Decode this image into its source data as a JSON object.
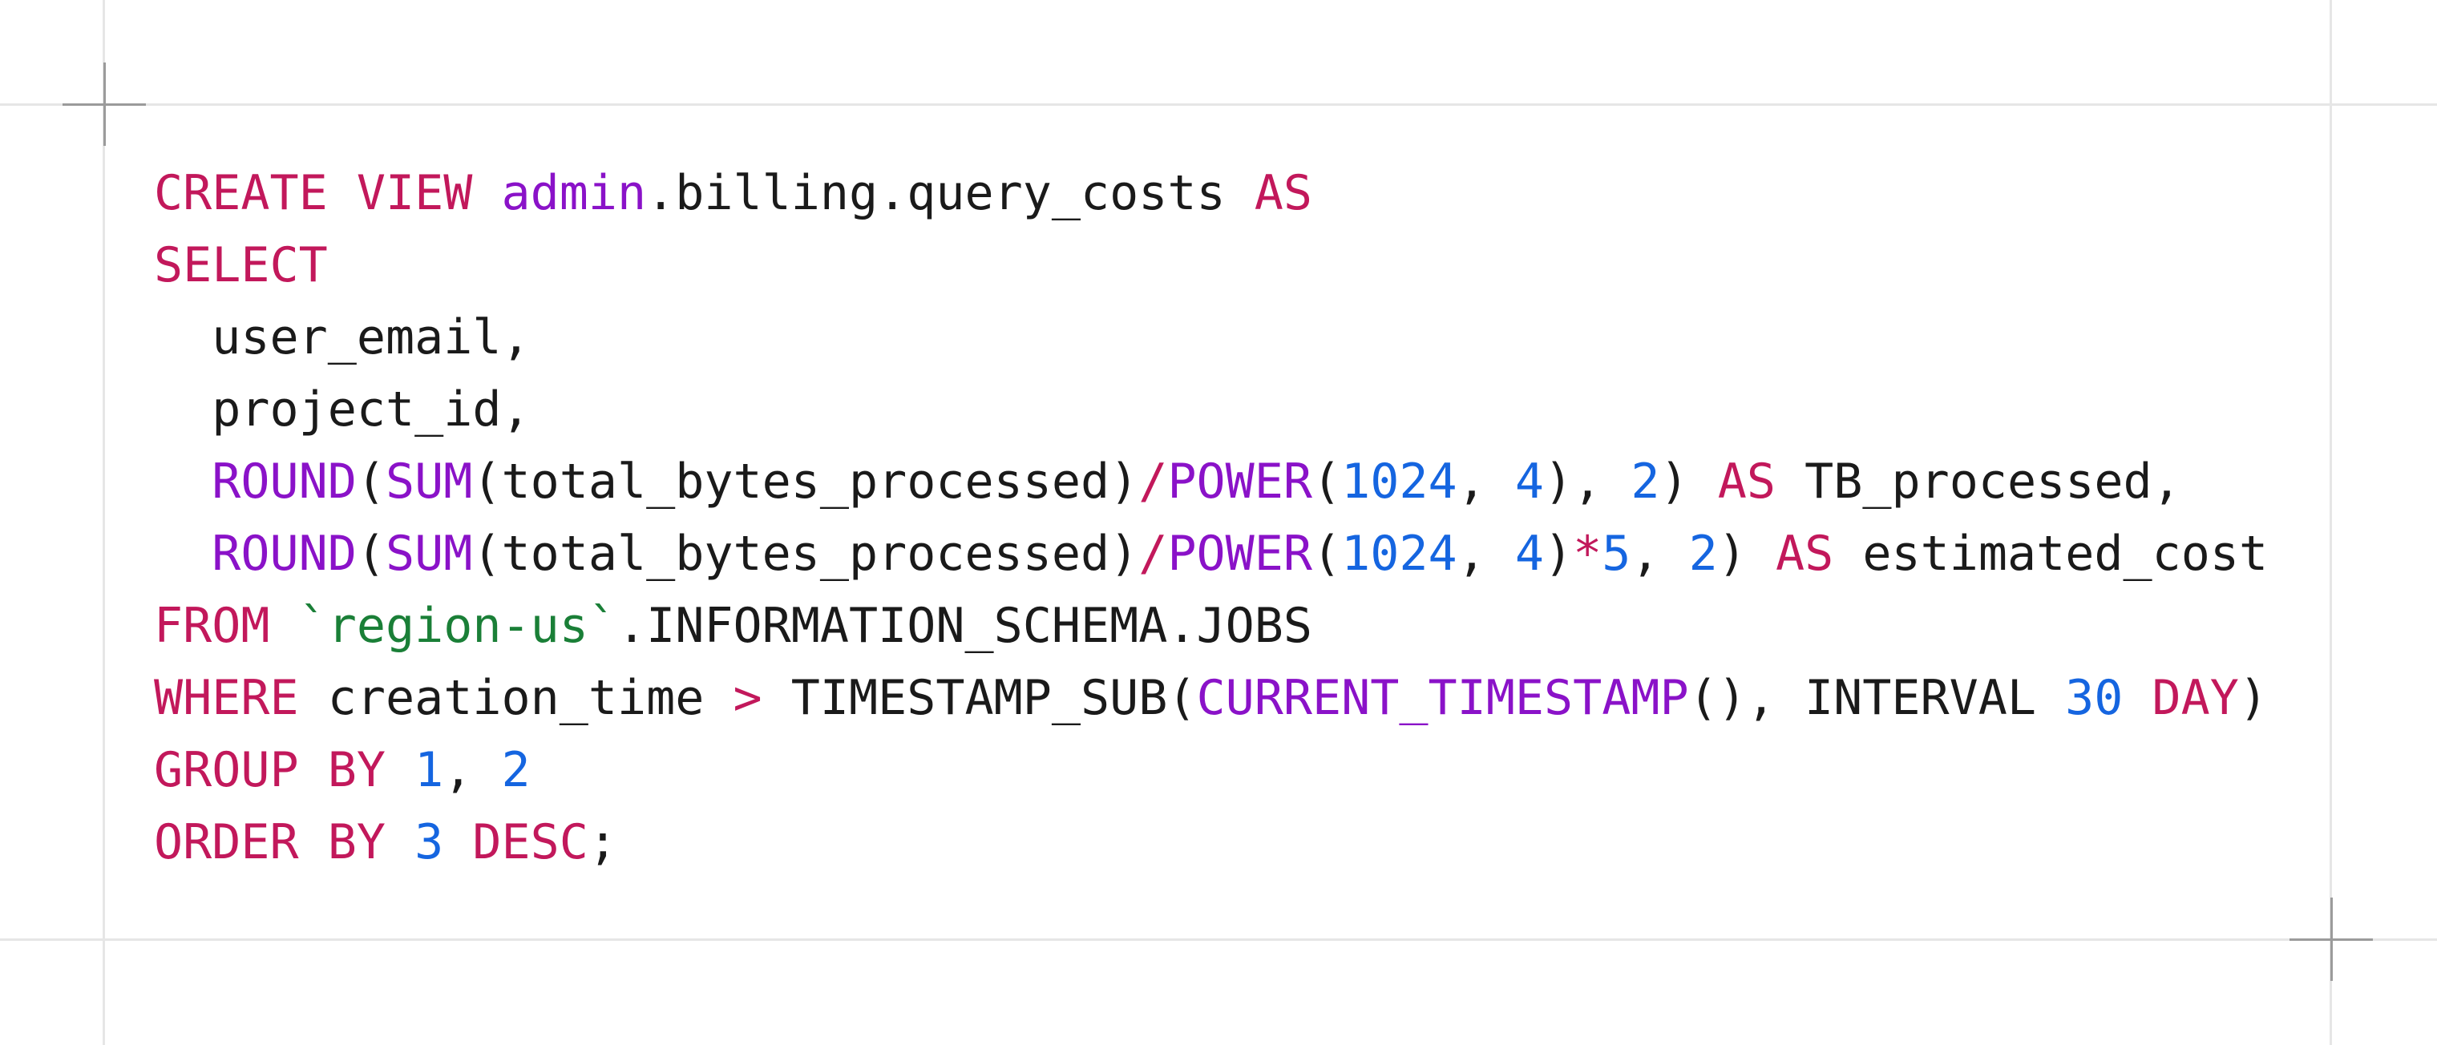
{
  "code": {
    "language": "SQL",
    "colors": {
      "keyword": "#c2185b",
      "function": "#8a12c8",
      "number": "#1565e0",
      "string": "#1a7f37",
      "identifier": "#1a1a1a"
    },
    "lines": [
      [
        {
          "t": "kw",
          "v": "CREATE"
        },
        {
          "t": "id",
          "v": " "
        },
        {
          "t": "kw",
          "v": "VIEW"
        },
        {
          "t": "id",
          "v": " "
        },
        {
          "t": "fn",
          "v": "admin"
        },
        {
          "t": "id",
          "v": ".billing.query_costs "
        },
        {
          "t": "kw",
          "v": "AS"
        }
      ],
      [
        {
          "t": "kw",
          "v": "SELECT"
        }
      ],
      [
        {
          "t": "id",
          "v": "  user_email,"
        }
      ],
      [
        {
          "t": "id",
          "v": "  project_id,"
        }
      ],
      [
        {
          "t": "id",
          "v": "  "
        },
        {
          "t": "fn",
          "v": "ROUND"
        },
        {
          "t": "id",
          "v": "("
        },
        {
          "t": "fn",
          "v": "SUM"
        },
        {
          "t": "id",
          "v": "(total_bytes_processed)"
        },
        {
          "t": "kw",
          "v": "/"
        },
        {
          "t": "fn",
          "v": "POWER"
        },
        {
          "t": "id",
          "v": "("
        },
        {
          "t": "num",
          "v": "1024"
        },
        {
          "t": "id",
          "v": ", "
        },
        {
          "t": "num",
          "v": "4"
        },
        {
          "t": "id",
          "v": "), "
        },
        {
          "t": "num",
          "v": "2"
        },
        {
          "t": "id",
          "v": ") "
        },
        {
          "t": "kw",
          "v": "AS"
        },
        {
          "t": "id",
          "v": " TB_processed,"
        }
      ],
      [
        {
          "t": "id",
          "v": "  "
        },
        {
          "t": "fn",
          "v": "ROUND"
        },
        {
          "t": "id",
          "v": "("
        },
        {
          "t": "fn",
          "v": "SUM"
        },
        {
          "t": "id",
          "v": "(total_bytes_processed)"
        },
        {
          "t": "kw",
          "v": "/"
        },
        {
          "t": "fn",
          "v": "POWER"
        },
        {
          "t": "id",
          "v": "("
        },
        {
          "t": "num",
          "v": "1024"
        },
        {
          "t": "id",
          "v": ", "
        },
        {
          "t": "num",
          "v": "4"
        },
        {
          "t": "id",
          "v": ")"
        },
        {
          "t": "kw",
          "v": "*"
        },
        {
          "t": "num",
          "v": "5"
        },
        {
          "t": "id",
          "v": ", "
        },
        {
          "t": "num",
          "v": "2"
        },
        {
          "t": "id",
          "v": ") "
        },
        {
          "t": "kw",
          "v": "AS"
        },
        {
          "t": "id",
          "v": " estimated_cost"
        }
      ],
      [
        {
          "t": "kw",
          "v": "FROM"
        },
        {
          "t": "id",
          "v": " "
        },
        {
          "t": "str",
          "v": "`region-us`"
        },
        {
          "t": "id",
          "v": ".INFORMATION_SCHEMA.JOBS"
        }
      ],
      [
        {
          "t": "kw",
          "v": "WHERE"
        },
        {
          "t": "id",
          "v": " creation_time "
        },
        {
          "t": "kw",
          "v": ">"
        },
        {
          "t": "id",
          "v": " TIMESTAMP_SUB("
        },
        {
          "t": "fn",
          "v": "CURRENT_TIMESTAMP"
        },
        {
          "t": "id",
          "v": "(), INTERVAL "
        },
        {
          "t": "num",
          "v": "30"
        },
        {
          "t": "id",
          "v": " "
        },
        {
          "t": "kw",
          "v": "DAY"
        },
        {
          "t": "id",
          "v": ")"
        }
      ],
      [
        {
          "t": "kw",
          "v": "GROUP"
        },
        {
          "t": "id",
          "v": " "
        },
        {
          "t": "kw",
          "v": "BY"
        },
        {
          "t": "id",
          "v": " "
        },
        {
          "t": "num",
          "v": "1"
        },
        {
          "t": "id",
          "v": ", "
        },
        {
          "t": "num",
          "v": "2"
        }
      ],
      [
        {
          "t": "kw",
          "v": "ORDER"
        },
        {
          "t": "id",
          "v": " "
        },
        {
          "t": "kw",
          "v": "BY"
        },
        {
          "t": "id",
          "v": " "
        },
        {
          "t": "num",
          "v": "3"
        },
        {
          "t": "id",
          "v": " "
        },
        {
          "t": "kw",
          "v": "DESC"
        },
        {
          "t": "id",
          "v": ";"
        }
      ]
    ]
  }
}
